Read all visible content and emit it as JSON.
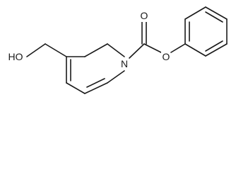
{
  "structure": {
    "atoms": {
      "hydroxyl_oxygen": "HO",
      "ring_nitrogen": "N",
      "carbonyl_oxygen": "O",
      "ester_oxygen": "O"
    }
  }
}
